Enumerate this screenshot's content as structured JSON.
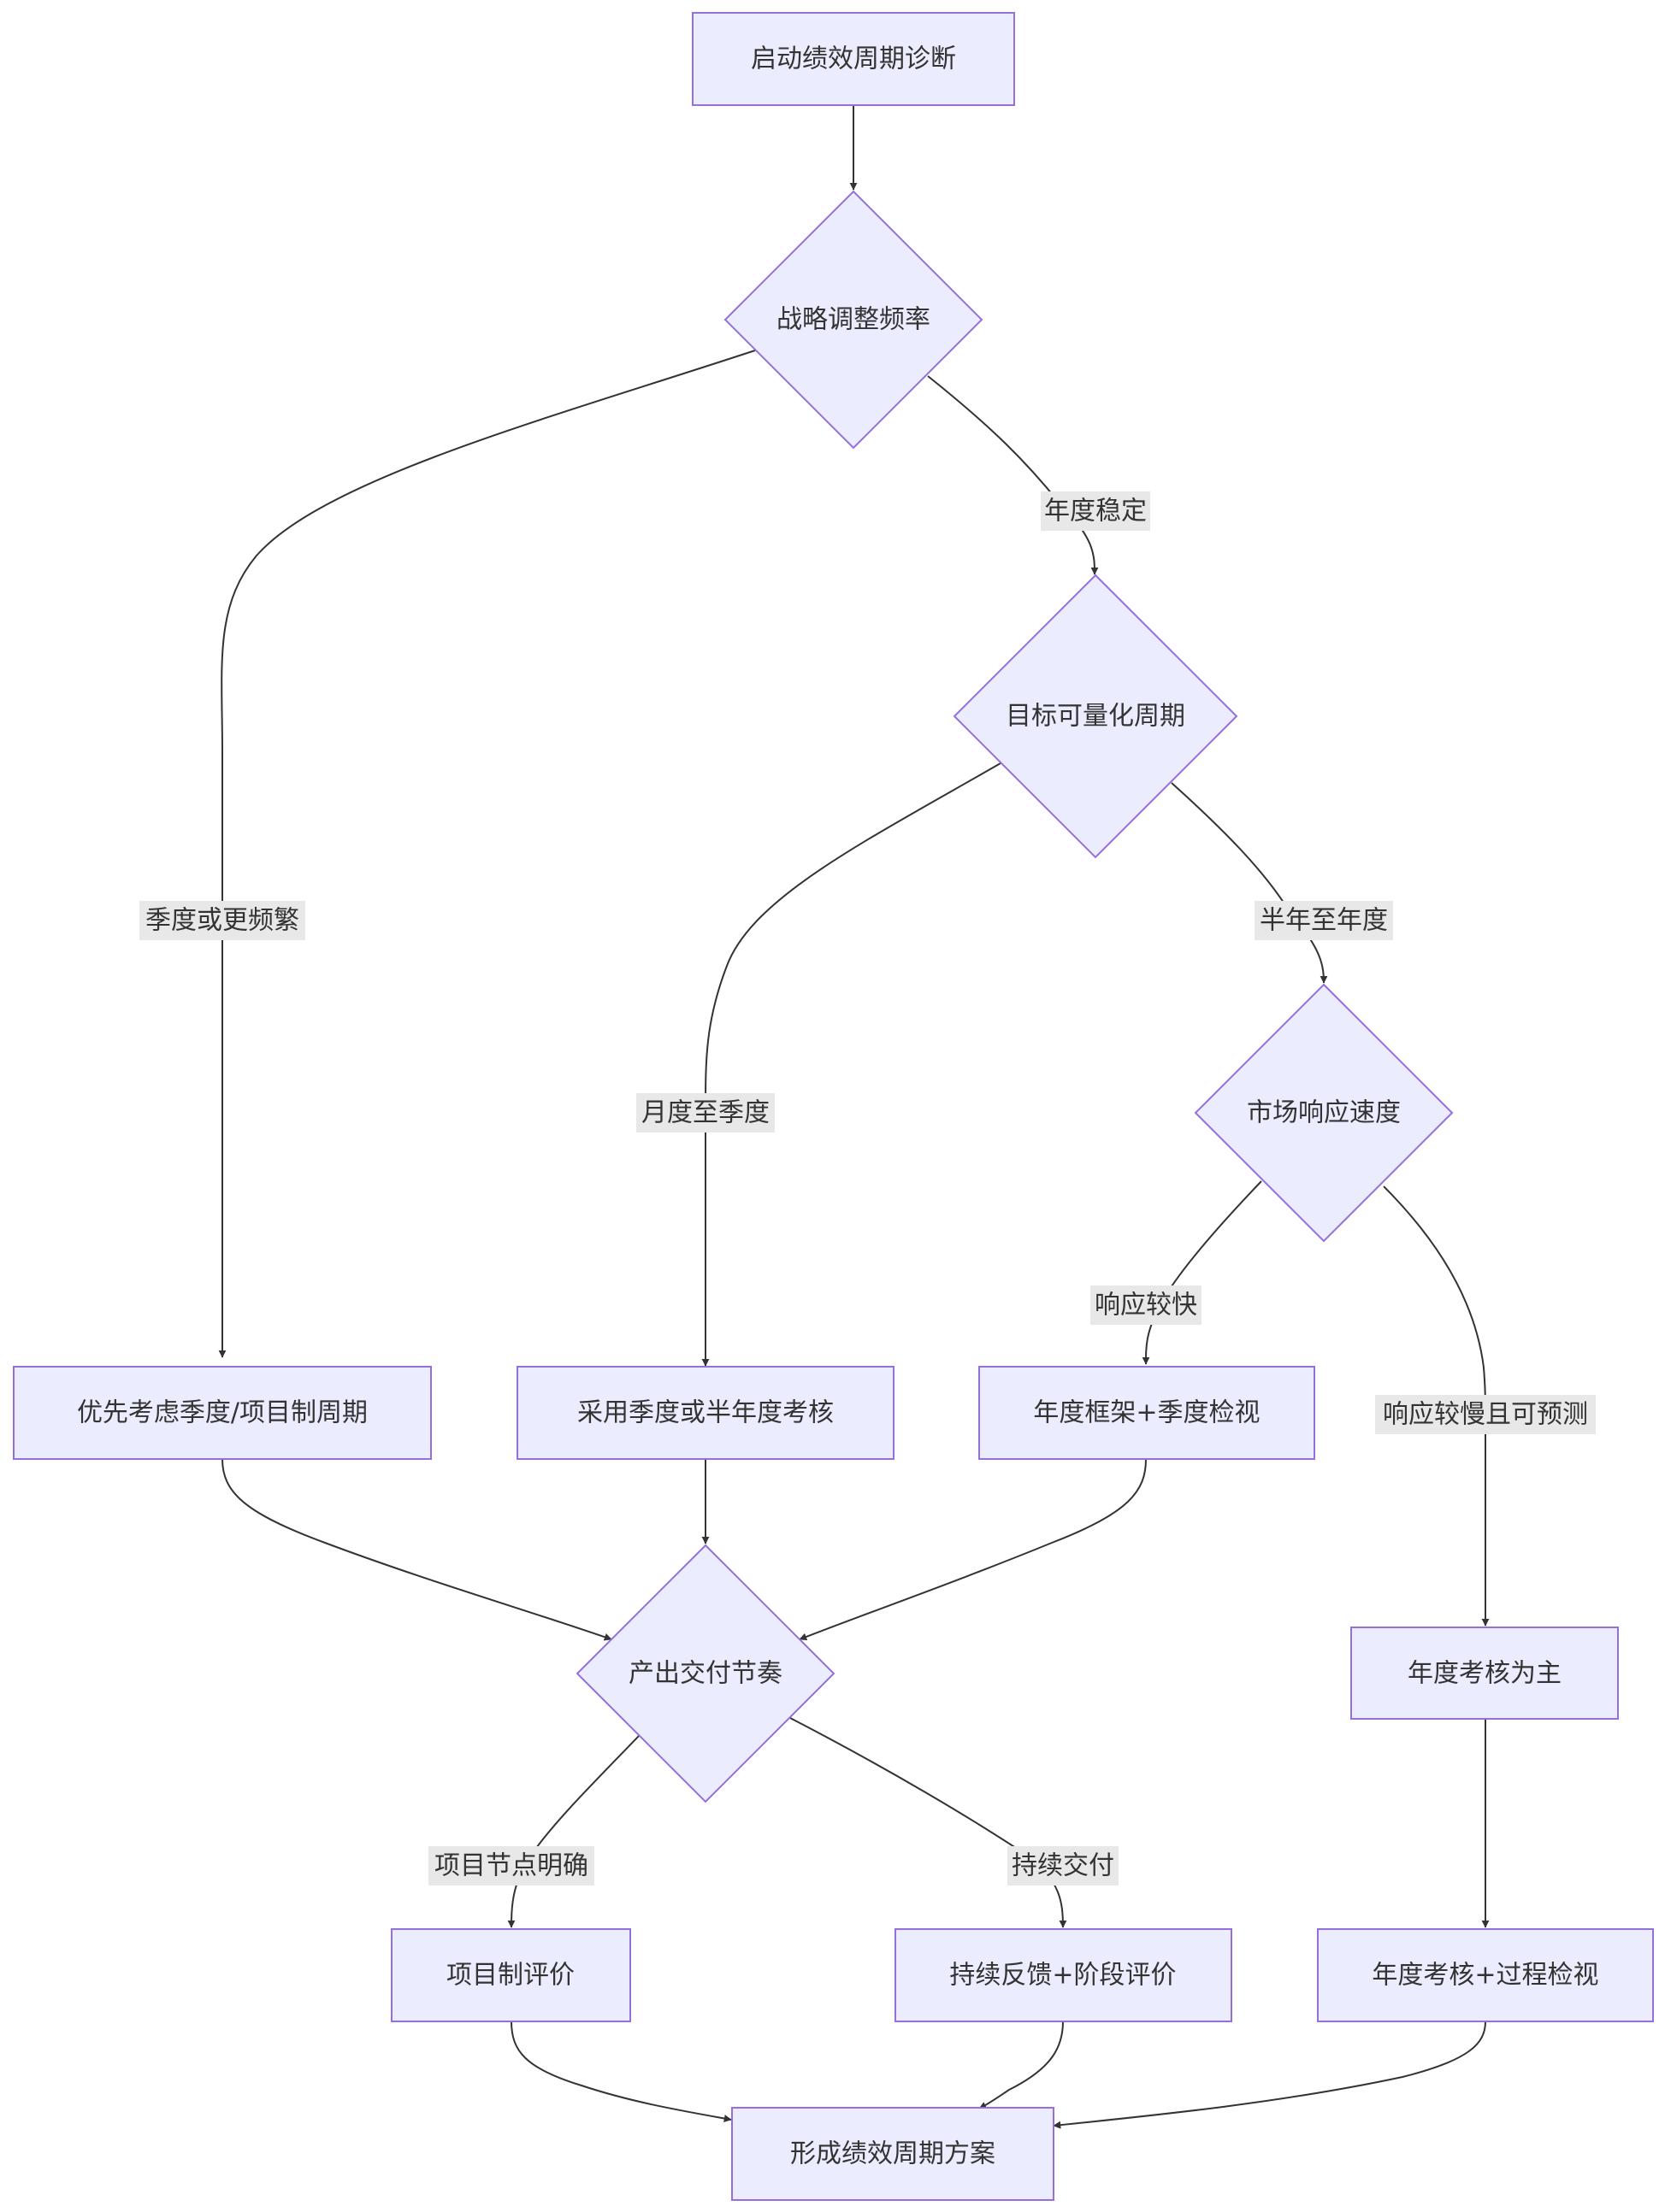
{
  "diagram": {
    "type": "flowchart",
    "nodes": {
      "start": "启动绩效周期诊断",
      "strategy": "战略调整频率",
      "target": "目标可量化周期",
      "market": "市场响应速度",
      "quarterly_project": "优先考虑季度/项目制周期",
      "quarter_half": "采用季度或半年度考核",
      "annual_quarter": "年度框架+季度检视",
      "annual_main": "年度考核为主",
      "rhythm": "产出交付节奏",
      "project_eval": "项目制评价",
      "continuous_eval": "持续反馈+阶段评价",
      "annual_process": "年度考核+过程检视",
      "end": "形成绩效周期方案"
    },
    "edge_labels": {
      "annual_stable": "年度稳定",
      "quarterly_or_more": "季度或更频繁",
      "half_to_annual": "半年至年度",
      "monthly_to_quarterly": "月度至季度",
      "fast_response": "响应较快",
      "slow_predictable": "响应较慢且可预测",
      "project_milestones": "项目节点明确",
      "continuous_delivery": "持续交付"
    }
  }
}
